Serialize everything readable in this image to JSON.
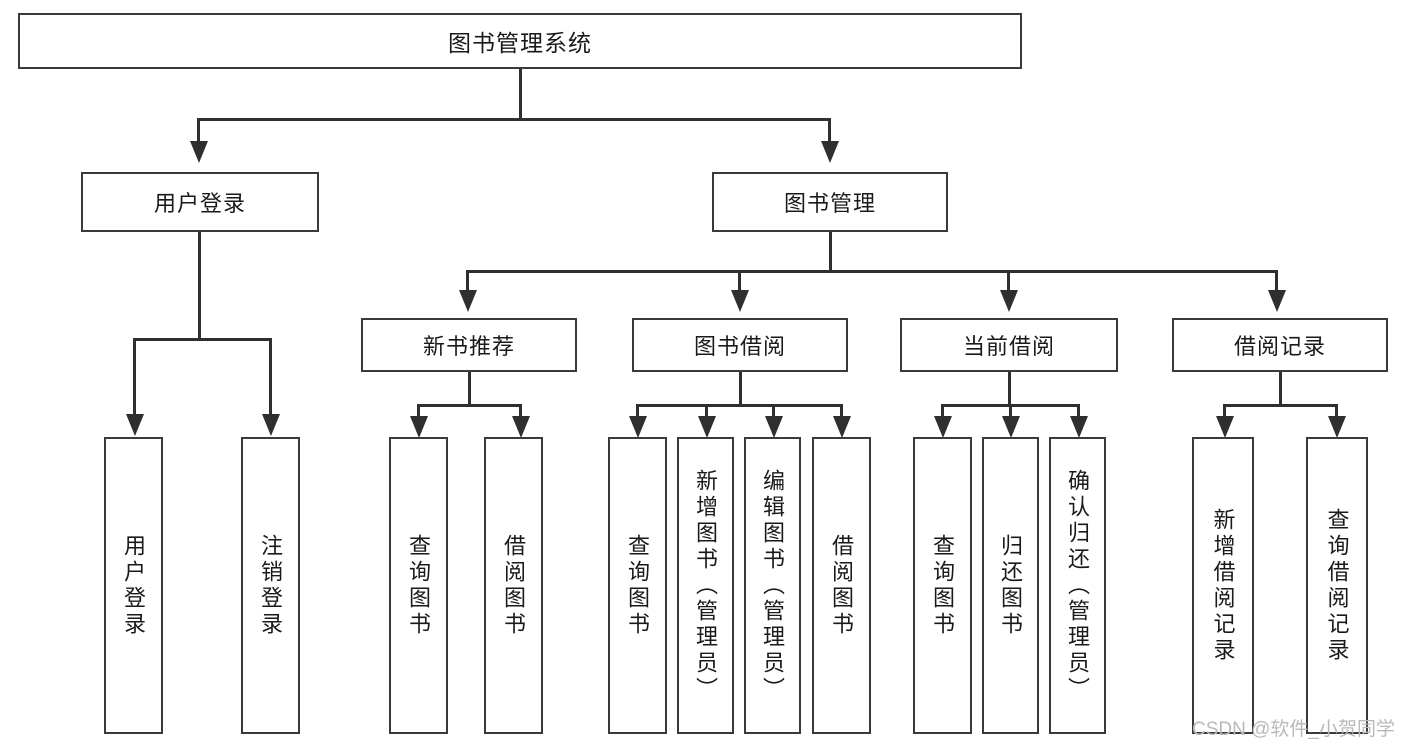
{
  "diagram": {
    "type": "tree-hierarchy",
    "title": "图书管理系统",
    "root": {
      "label": "图书管理系统"
    },
    "level2": [
      {
        "id": "user-login",
        "label": "用户登录"
      },
      {
        "id": "book-management",
        "label": "图书管理"
      }
    ],
    "level3": [
      {
        "id": "new-book-recommend",
        "label": "新书推荐",
        "parent": "book-management"
      },
      {
        "id": "book-borrow",
        "label": "图书借阅",
        "parent": "book-management"
      },
      {
        "id": "current-borrow",
        "label": "当前借阅",
        "parent": "book-management"
      },
      {
        "id": "borrow-record",
        "label": "借阅记录",
        "parent": "book-management"
      }
    ],
    "leaves": [
      {
        "id": "leaf-user-login",
        "label": "用户登录",
        "parent": "user-login"
      },
      {
        "id": "leaf-logout-login",
        "label": "注销登录",
        "parent": "user-login"
      },
      {
        "id": "leaf-query-book-1",
        "label": "查询图书",
        "parent": "new-book-recommend"
      },
      {
        "id": "leaf-borrow-book-1",
        "label": "借阅图书",
        "parent": "new-book-recommend"
      },
      {
        "id": "leaf-query-book-2",
        "label": "查询图书",
        "parent": "book-borrow"
      },
      {
        "id": "leaf-add-book",
        "label": "新增图书（管理员）",
        "parent": "book-borrow"
      },
      {
        "id": "leaf-edit-book",
        "label": "编辑图书（管理员）",
        "parent": "book-borrow"
      },
      {
        "id": "leaf-borrow-book-2",
        "label": "借阅图书",
        "parent": "book-borrow"
      },
      {
        "id": "leaf-query-book-3",
        "label": "查询图书",
        "parent": "current-borrow"
      },
      {
        "id": "leaf-return-book",
        "label": "归还图书",
        "parent": "current-borrow"
      },
      {
        "id": "leaf-confirm-return",
        "label": "确认归还（管理员）",
        "parent": "current-borrow"
      },
      {
        "id": "leaf-add-record",
        "label": "新增借阅记录",
        "parent": "borrow-record"
      },
      {
        "id": "leaf-query-record",
        "label": "查询借阅记录",
        "parent": "borrow-record"
      }
    ],
    "colors": {
      "box_border": "#3a3a3c",
      "connector": "#2f2f31",
      "background": "#ffffff",
      "text": "#1a1a1a",
      "watermark": "#b9b9bb"
    }
  },
  "watermark": {
    "text": "CSDN @软件_小贺同学"
  }
}
